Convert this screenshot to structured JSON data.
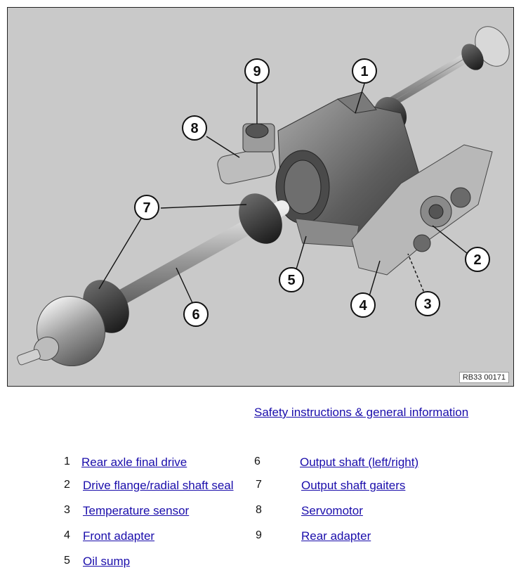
{
  "figure": {
    "code": "RB33 00171",
    "callouts": [
      "1",
      "2",
      "3",
      "4",
      "5",
      "6",
      "7",
      "8",
      "9"
    ]
  },
  "safety_link": "Safety instructions & general information",
  "legend": [
    {
      "num": "1",
      "label": "Rear axle final drive"
    },
    {
      "num": "2",
      "label": "Drive flange/radial shaft seal"
    },
    {
      "num": "3",
      "label": "Temperature sensor"
    },
    {
      "num": "4",
      "label": "Front adapter"
    },
    {
      "num": "5",
      "label": "Oil sump"
    },
    {
      "num": "6",
      "label": "Output shaft (left/right)"
    },
    {
      "num": "7",
      "label": "Output shaft gaiters"
    },
    {
      "num": "8",
      "label": "Servomotor"
    },
    {
      "num": "9",
      "label": "Rear adapter"
    }
  ],
  "colors": {
    "link": "#1a0dab",
    "figure_bg": "#c9c9c9"
  }
}
